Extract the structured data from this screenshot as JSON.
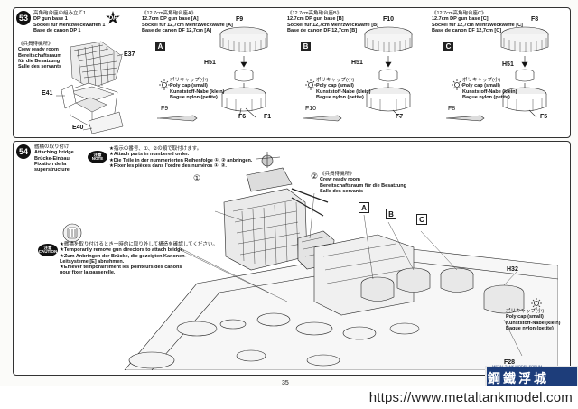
{
  "page": {
    "number": "35"
  },
  "step53": {
    "number": "53",
    "title_jp": "高角砲台座の組み立て1",
    "title_lines": [
      "DP gun base 1",
      "Sockel für Mehrzweckwaffen 1",
      "Base de canon DP 1"
    ],
    "dp_badge": "DP",
    "crew_jp": "《兵員待機所》",
    "crew_lines": [
      "Crew ready room",
      "Bereitschaftsraum",
      "für die Besatzung",
      "Salle des servants"
    ],
    "parts_left": [
      "E37",
      "E41",
      "E40"
    ],
    "variants": [
      {
        "jp": "《12.7cm高角砲台座A》",
        "lines": [
          "12.7cm DP gun base [A]",
          "Sockel für 12,7cm Mehrzweckwaffe [A]",
          "Base de canon DF 12,7cm [A]"
        ],
        "letter": "A",
        "parts": [
          "F9",
          "H51",
          "F6",
          "F1"
        ],
        "detail_part": "F9"
      },
      {
        "jp": "《12.7cm高角砲台座B》",
        "lines": [
          "12.7cm DP gun base [B]",
          "Sockel für 12,7cm Mehrzweckwaffe [B]",
          "Base de canon DF 12,7cm [B]"
        ],
        "letter": "B",
        "parts": [
          "F10",
          "H51",
          "F7"
        ],
        "detail_part": "F10"
      },
      {
        "jp": "《12.7cm高角砲台座C》",
        "lines": [
          "12.7cm DP gun base [C]",
          "Sockel für 12,7cm Mehrzweckwaffe [C]",
          "Base de canon DF 12,7cm [C]"
        ],
        "letter": "C",
        "parts": [
          "F8",
          "H51",
          "F5"
        ],
        "detail_part": "F8"
      }
    ],
    "polycap_jp": "ポリキャップ(小)",
    "polycap_lines": [
      "Poly cap (small)",
      "Kunststoff-Nabe (klein)",
      "Bague nylon (petite)"
    ]
  },
  "step54": {
    "number": "54",
    "title_jp": "艦橋の取り付け",
    "title_lines": [
      "Attaching bridge",
      "Brücke-Einbau",
      "Fixation de la",
      "superstructure"
    ],
    "note_badge": [
      "注意",
      "NOTE"
    ],
    "note_jp": "★指示の番号、①、②の順で取付けます。",
    "note_lines": [
      "★Attach parts in numbered order.",
      "★Die Teile in der nummerierten Reihenfolge ①, ② anbringen.",
      "★Fixer les pièces dans l'ordre des numéros ①, ②."
    ],
    "caution_badge": [
      "注意",
      "CAUTION"
    ],
    "caution_jp": "★艦橋を取り付けるとき一時的に取り外して構造を確認してください。",
    "caution_lines": [
      "★Temporarily remove gun directors to attach bridge.",
      "★Zum Anbringen der Brücke, die gezeigten Kanonen-",
      "Leitsysteme [E] abnehmen.",
      "★Enlever temporairement les pointeurs des canons",
      "pour fixer la passerelle."
    ],
    "circle1": "①",
    "circle2": "②",
    "crew_jp": "《兵員待機所》",
    "crew_lines": [
      "Crew ready room",
      "Bereitschaftsraum für die Besatzung",
      "Salle des servants"
    ],
    "letters": [
      "A",
      "B",
      "C"
    ],
    "part_h32": "H32",
    "part_f28": "F28",
    "polycap_jp": "ポリキャップ(小)",
    "polycap_lines": [
      "Poly cap (small)",
      "Kunststoff-Nabe (klein)",
      "Bague nylon (petite)"
    ]
  },
  "watermark": {
    "logo_text": "鋼鐵浮城",
    "logo_sub": "METAL TANK MODEL FORUM",
    "url": "https://www.metaltankmodel.com"
  }
}
